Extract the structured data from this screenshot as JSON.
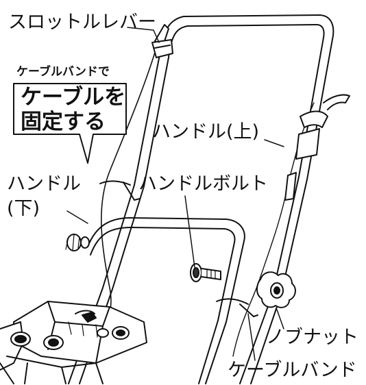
{
  "labels": {
    "throttle_lever": "スロットルレバー",
    "cable_band_note": "ケーブルバンドで",
    "handle_upper": "ハンドル(上)",
    "handle_lower_line1": "ハンドル",
    "handle_lower_line2": "(下)",
    "handle_bolt": "ハンドルボルト",
    "knob_nut": "ノブナット",
    "cable_band": "ケーブルバンド"
  },
  "callout": {
    "line1": "ケーブルを",
    "line2": "固定する"
  },
  "colors": {
    "ink": "#111111",
    "background": "#ffffff"
  }
}
